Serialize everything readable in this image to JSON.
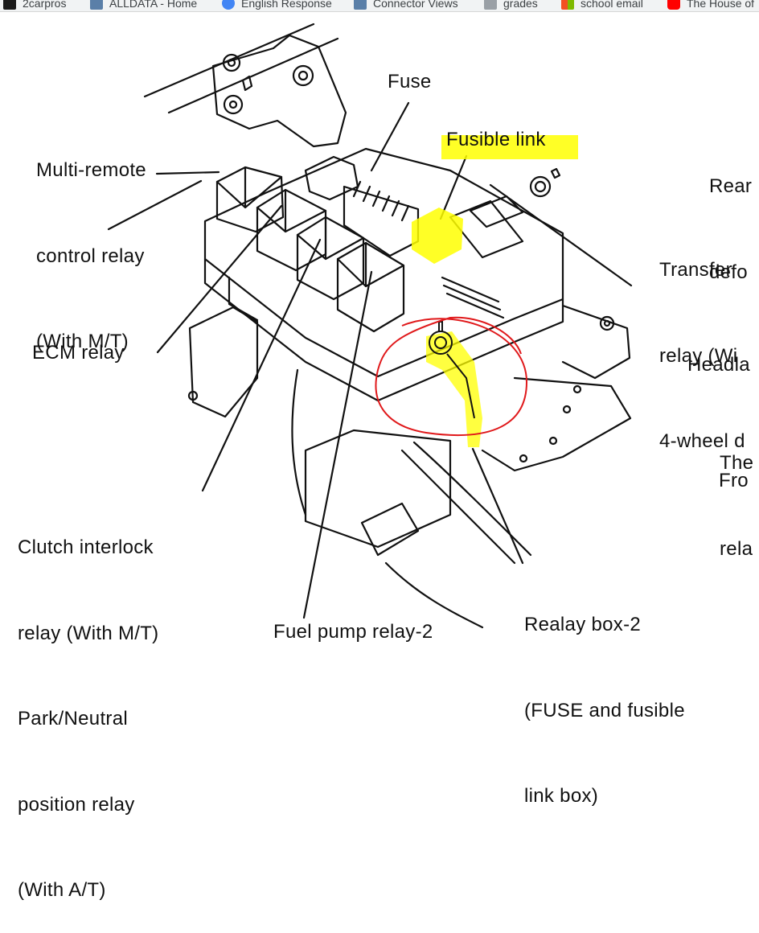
{
  "bookmarks": [
    {
      "label": "2carpros",
      "icon": "checkmark-icon",
      "color": "#1a1a1a"
    },
    {
      "label": "ALLDATA - Home",
      "icon": "alldata-icon",
      "color": "#5a7fa8"
    },
    {
      "label": "English Response",
      "icon": "google-icon",
      "color": "#4285f4"
    },
    {
      "label": "Connector Views",
      "icon": "alldata-icon",
      "color": "#5a7fa8"
    },
    {
      "label": "grades",
      "icon": "page-icon",
      "color": "#9aa0a6"
    },
    {
      "label": "school email",
      "icon": "microsoft-icon",
      "color": "#f25022"
    },
    {
      "label": "The House of",
      "icon": "youtube-icon",
      "color": "#ff0000"
    }
  ],
  "diagram": {
    "labels": {
      "multi_remote": [
        "Multi-remote",
        "control relay",
        "(With M/T)"
      ],
      "fuse": "Fuse",
      "fusible_link": "Fusible link",
      "rear_defog": [
        "Rear",
        "defo"
      ],
      "transfer": [
        "Transfer",
        "relay (Wi",
        "4-wheel d"
      ],
      "ecm": "ECM relay",
      "headlamp": "Headla",
      "the_relay": [
        "The",
        "rela"
      ],
      "front": "Fro",
      "clutch": [
        "Clutch interlock",
        "relay (With M/T)",
        "Park/Neutral",
        "position relay",
        "(With A/T)"
      ],
      "fuel_pump": "Fuel pump relay-2",
      "relay_box": [
        "Realay box-2",
        "(FUSE and fusible",
        "link box)"
      ]
    },
    "highlight_color": "#ffff00",
    "annotation_color": "#e0191b"
  }
}
